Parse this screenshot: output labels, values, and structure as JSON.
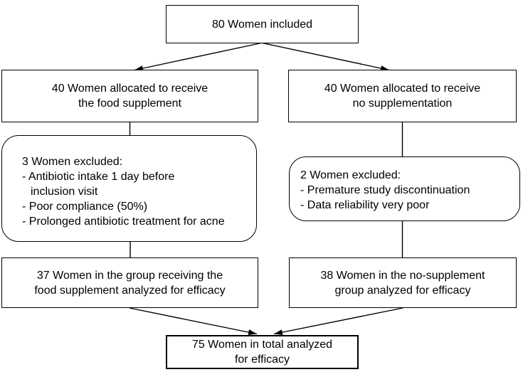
{
  "diagram": {
    "type": "flowchart",
    "colors": {
      "background": "#ffffff",
      "box_border": "#000000",
      "line": "#000000",
      "text": "#000000"
    },
    "nodes": {
      "included": {
        "text": "80 Women included"
      },
      "allocated_supplement": {
        "text": "40 Women allocated to receive\nthe food supplement"
      },
      "allocated_control": {
        "text": "40 Women allocated to receive\nno supplementation"
      },
      "excluded_supplement": {
        "title": "3 Women excluded:",
        "items": [
          "- Antibiotic intake 1 day before\ninclusion visit",
          "- Poor compliance (50%)",
          "- Prolonged antibiotic treatment for acne"
        ]
      },
      "excluded_control": {
        "title": "2 Women excluded:",
        "items": [
          "- Premature study discontinuation",
          "- Data reliability very poor"
        ]
      },
      "analyzed_supplement": {
        "text": "37 Women in the group receiving the\nfood supplement analyzed for efficacy"
      },
      "analyzed_control": {
        "text": "38 Women in the no-supplement\ngroup analyzed for efficacy"
      },
      "analyzed_total": {
        "text": "75 Women in total analyzed\nfor efficacy"
      }
    }
  }
}
